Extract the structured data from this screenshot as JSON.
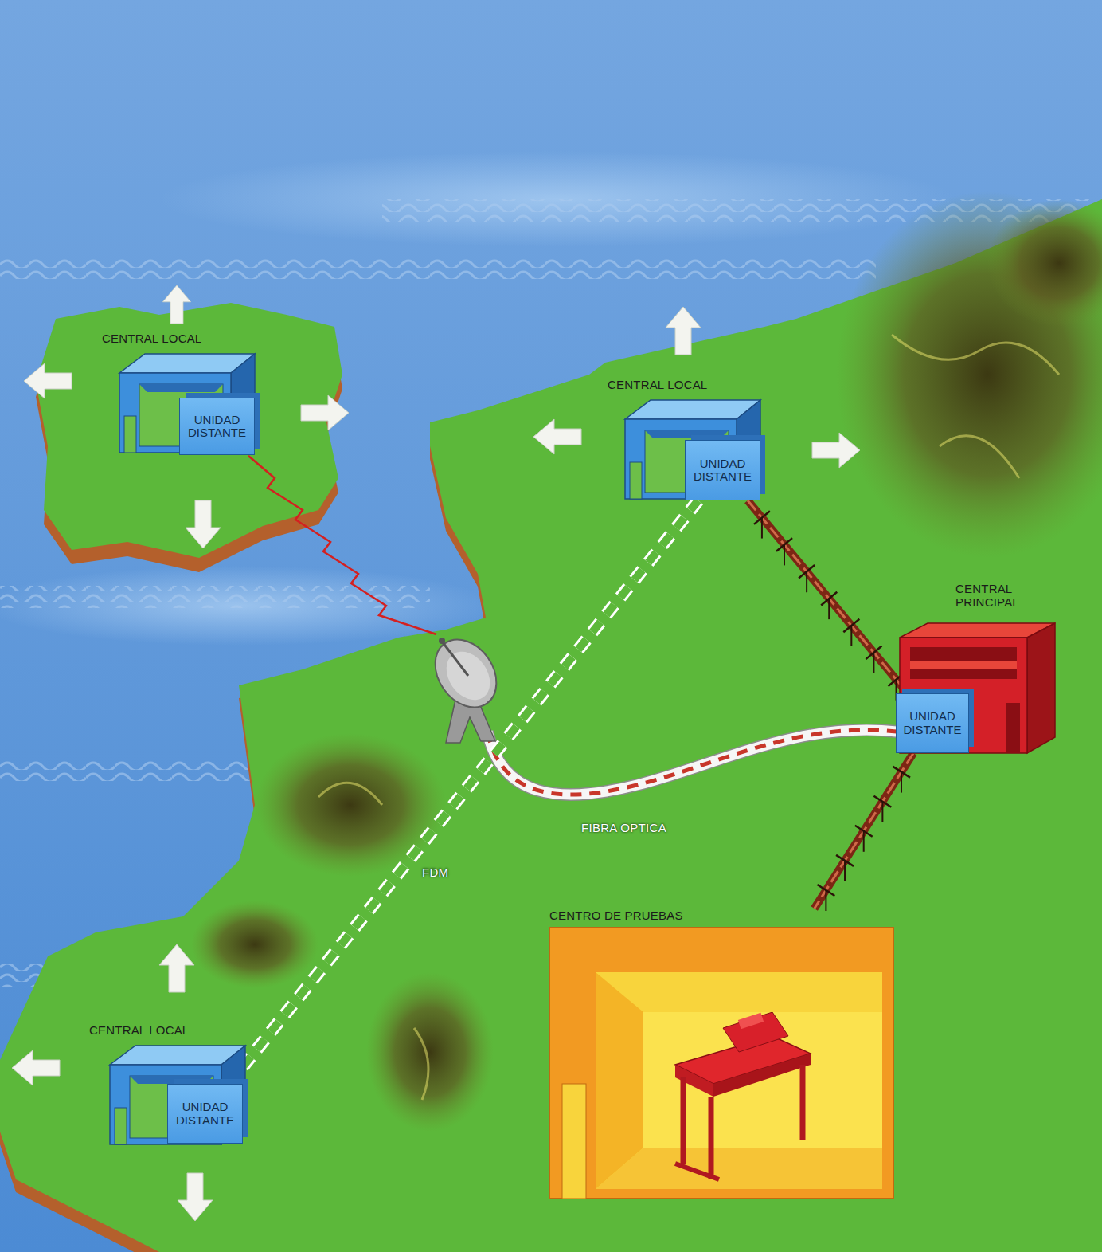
{
  "diagram": {
    "nodes": [
      {
        "text": [
          "CENTRAL LOCAL"
        ]
      },
      {
        "text": [
          "UNIDAD DISTANTE"
        ],
        "in": 0
      },
      {
        "text": [
          "CENTRAL LOCAL"
        ]
      },
      {
        "text": [
          "UNIDAD DISTANTE"
        ],
        "in": 2
      },
      {
        "text": [
          "CENTRAL PRINCIPAL"
        ]
      },
      {
        "text": [
          "UNIDAD DISTANTE"
        ],
        "in": 4
      },
      {
        "text": [
          "CENTRO DE PRUEBAS"
        ]
      },
      {
        "text": [
          "CENTRAL LOCAL"
        ]
      },
      {
        "text": [
          "UNIDAD DISTANTE"
        ],
        "in": 7
      }
    ],
    "edges": [
      {
        "from": 3,
        "to": 5,
        "arrow": "none"
      },
      {
        "from": 5,
        "to": 6,
        "arrow": "none"
      },
      {
        "from": 3,
        "to": 8,
        "label": "FDM",
        "arrow": "none"
      }
    ],
    "labels": [
      "FIBRA OPTICA"
    ]
  }
}
